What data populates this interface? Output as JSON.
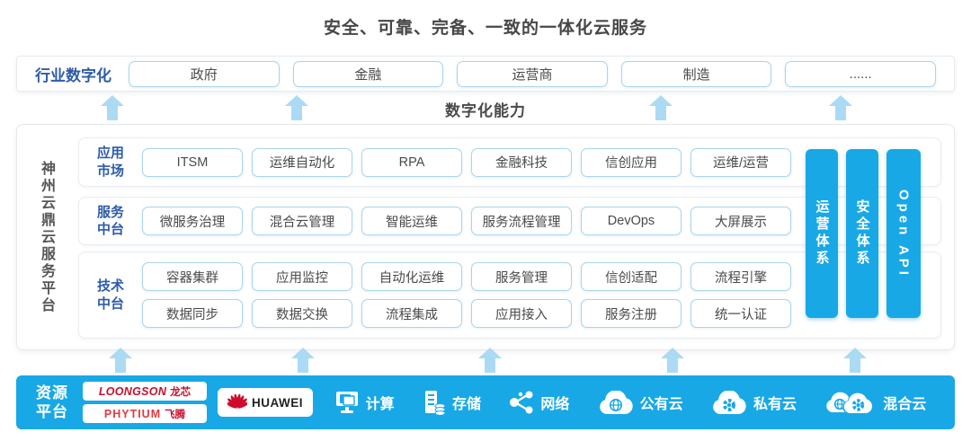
{
  "title": "安全、可靠、完备、一致的一体化云服务",
  "industry": {
    "label": "行业数字化",
    "items": [
      "政府",
      "金融",
      "运营商",
      "制造",
      "......"
    ]
  },
  "digital_capability_label": "数字化能力",
  "platform": {
    "name": "神州云鼎云服务平台",
    "sections": {
      "app_market": {
        "label": "应用 市场",
        "label_line1": "应用",
        "label_line2": "市场",
        "items": [
          "ITSM",
          "运维自动化",
          "RPA",
          "金融科技",
          "信创应用",
          "运维/运营"
        ]
      },
      "service_mid": {
        "label_line1": "服务",
        "label_line2": "中台",
        "items": [
          "微服务治理",
          "混合云管理",
          "智能运维",
          "服务流程管理",
          "DevOps",
          "大屏展示"
        ]
      },
      "tech_mid": {
        "label_line1": "技术",
        "label_line2": "中台",
        "items_row1": [
          "容器集群",
          "应用监控",
          "自动化运维",
          "服务管理",
          "信创适配",
          "流程引擎"
        ],
        "items_row2": [
          "数据同步",
          "数据交换",
          "流程集成",
          "应用接入",
          "服务注册",
          "统一认证"
        ]
      }
    },
    "pillars": [
      "运营体系",
      "安全体系",
      "Open API"
    ]
  },
  "resources": {
    "label_line1": "资源",
    "label_line2": "平台",
    "vendors": {
      "loongson_en": "LOONGSON",
      "loongson_cn": "龙芯",
      "phytium_en": "PHYTIUM",
      "phytium_cn": "飞腾",
      "huawei": "HUAWEI"
    },
    "services": [
      {
        "icon": "compute-icon",
        "label": "计算"
      },
      {
        "icon": "storage-icon",
        "label": "存储"
      },
      {
        "icon": "network-icon",
        "label": "网络"
      },
      {
        "icon": "public-cloud-icon",
        "label": "公有云"
      },
      {
        "icon": "private-cloud-icon",
        "label": "私有云"
      },
      {
        "icon": "hybrid-cloud-icon",
        "label": "混合云"
      }
    ]
  },
  "colors": {
    "accent_blue": "#18a8e6",
    "arrow_blue": "#abdaf5",
    "label_blue": "#2e5ca8",
    "vendor_red": "#c4122f",
    "text_dark": "#4a4a4a"
  }
}
